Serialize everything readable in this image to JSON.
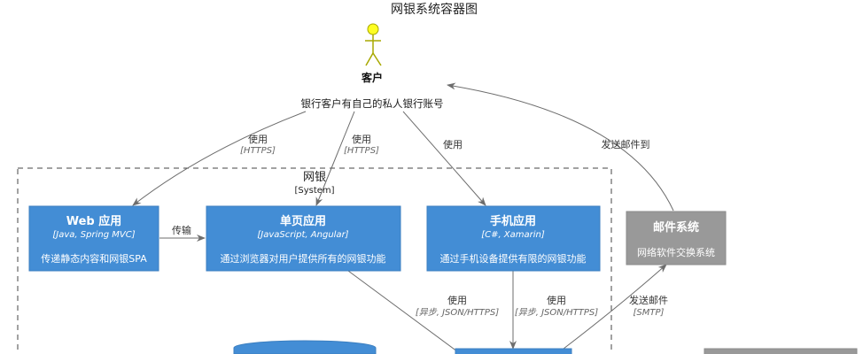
{
  "title": "网银系统容器图",
  "person": {
    "name": "客户",
    "description": "银行客户有自己的私人银行账号"
  },
  "boundary": {
    "name": "网银",
    "type": "[System]"
  },
  "containers": {
    "web": {
      "name": "Web 应用",
      "tech": "[Java, Spring MVC]",
      "description": "传递静态内容和网银SPA"
    },
    "spa": {
      "name": "单页应用",
      "tech": "[JavaScript, Angular]",
      "description": "通过浏览器对用户提供所有的网银功能"
    },
    "mobile": {
      "name": "手机应用",
      "tech": "[C#, Xamarin]",
      "description": "通过手机设备提供有限的网银功能"
    },
    "email": {
      "name": "邮件系统",
      "description": "网络软件交换系统"
    }
  },
  "edges": {
    "person_web": {
      "label": "使用",
      "tech": "[HTTPS]"
    },
    "person_spa": {
      "label": "使用",
      "tech": "[HTTPS]"
    },
    "person_mobile": {
      "label": "使用"
    },
    "web_spa": {
      "label": "传输"
    },
    "spa_api": {
      "label": "使用",
      "tech": "[异步, JSON/HTTPS]"
    },
    "mobile_api": {
      "label": "使用",
      "tech": "[异步, JSON/HTTPS]"
    },
    "api_email": {
      "label": "发送邮件",
      "tech": "[SMTP]"
    },
    "email_person": {
      "label": "发送邮件到"
    }
  },
  "colors": {
    "container": "#438dd5",
    "external": "#999999",
    "person": "#fefe22",
    "edge": "#6d6d6d"
  }
}
